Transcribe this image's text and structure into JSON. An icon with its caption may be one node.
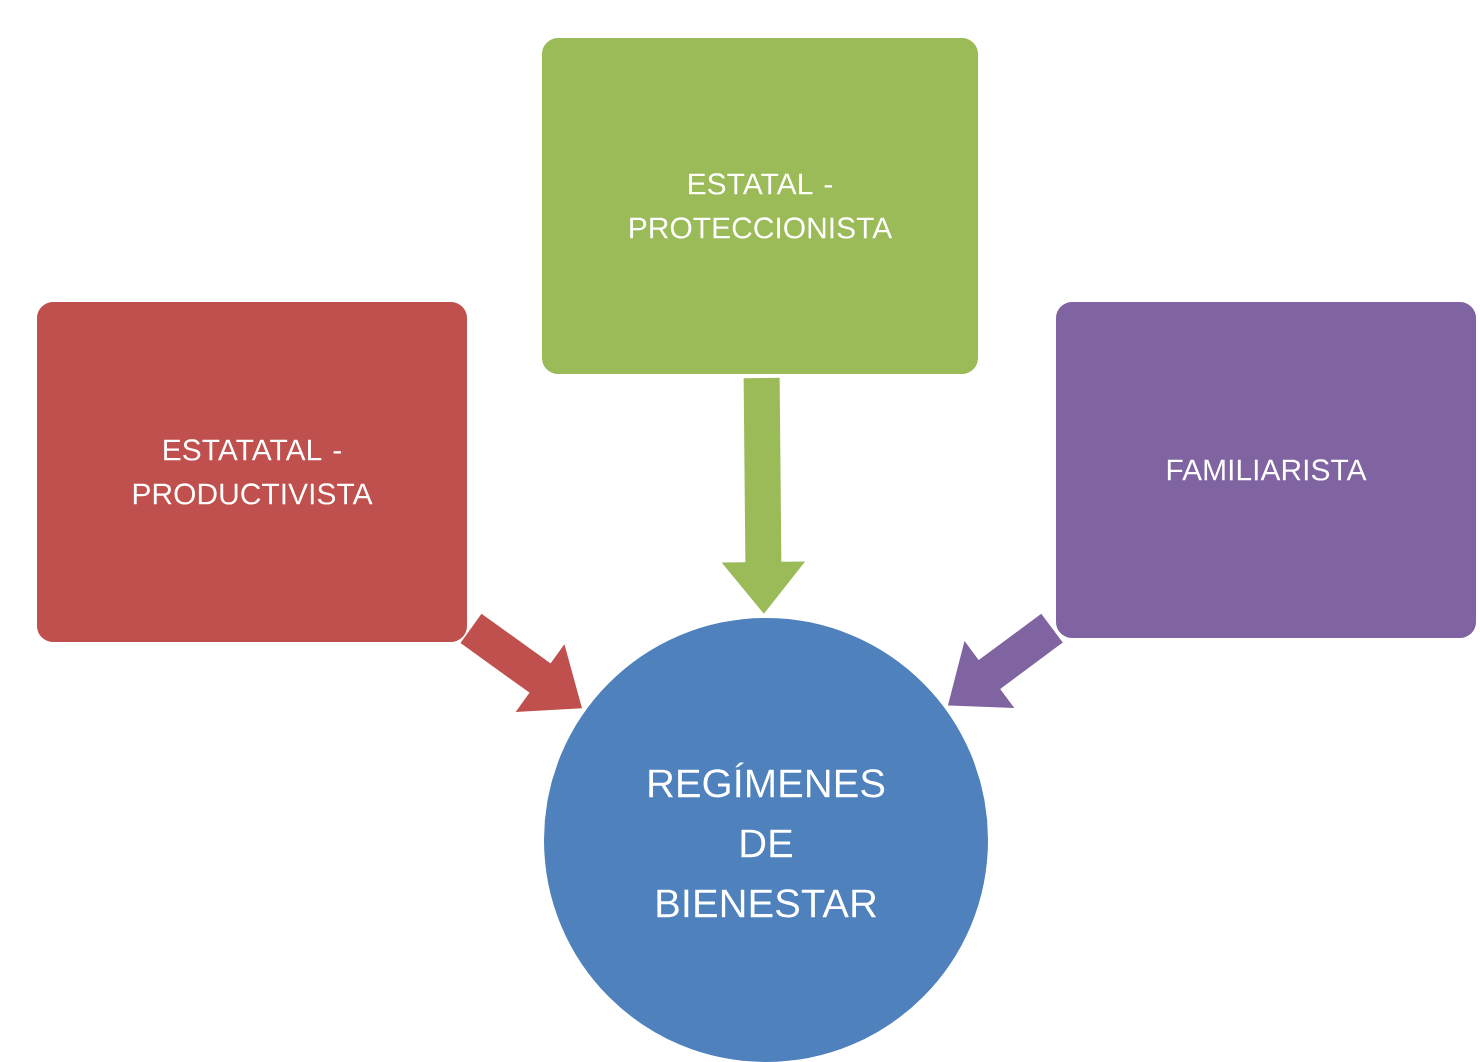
{
  "diagram": {
    "nodes": [
      {
        "text": [
          "ESTATATAL - PRODUCTIVISTA"
        ]
      },
      {
        "text": [
          "ESTATAL - PROTECCIONISTA"
        ]
      },
      {
        "text": [
          "FAMILIARISTA"
        ]
      },
      {
        "text": [
          "REGÍMENES DE BIENESTAR"
        ]
      }
    ],
    "edges": [
      {
        "from": 0,
        "to": 3,
        "arrow": "to",
        "color": "#c0504d"
      },
      {
        "from": 1,
        "to": 3,
        "arrow": "to",
        "color": "#9bbb59"
      },
      {
        "from": 2,
        "to": 3,
        "arrow": "to",
        "color": "#8064a2"
      }
    ]
  }
}
